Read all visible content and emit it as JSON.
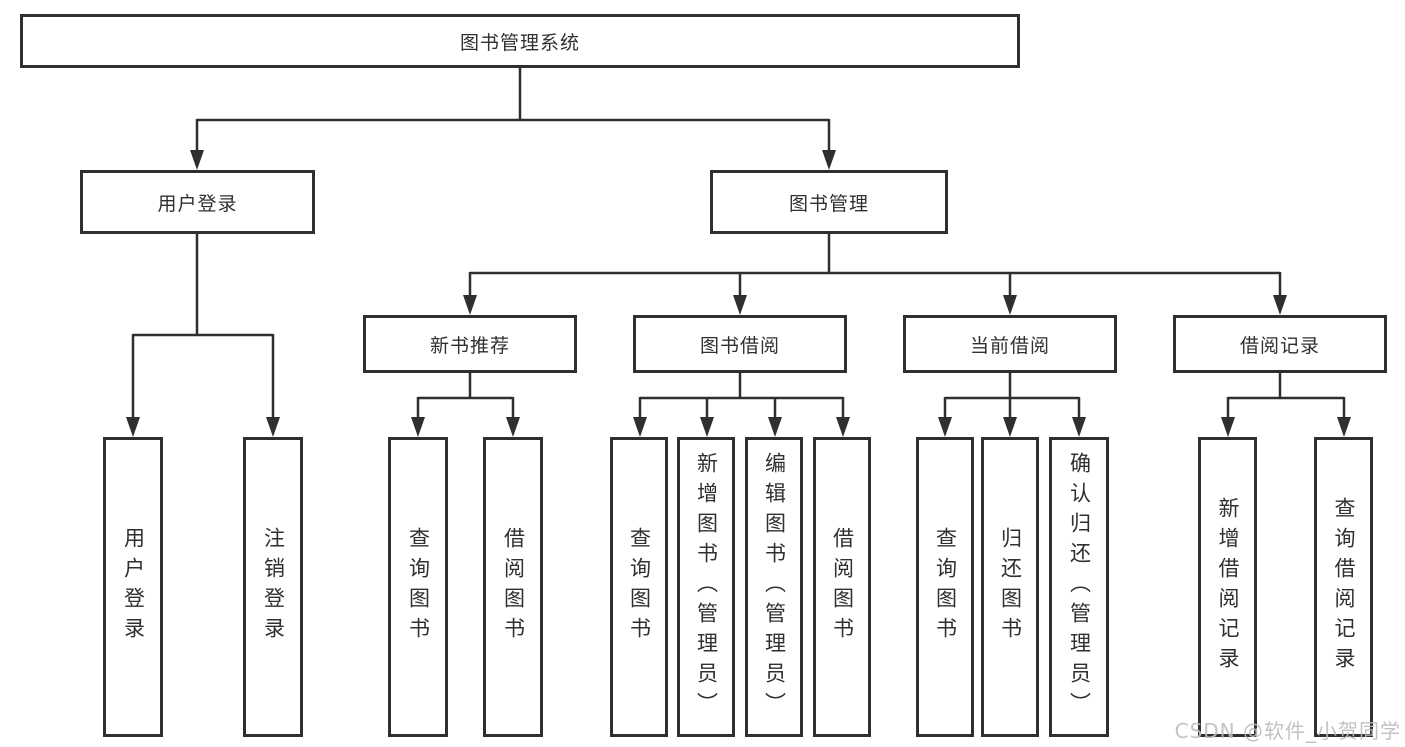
{
  "tree": {
    "root": "图书管理系统",
    "branches": [
      {
        "label": "用户登录",
        "leaves": [
          "用户登录",
          "注销登录"
        ]
      },
      {
        "label": "图书管理",
        "groups": [
          {
            "label": "新书推荐",
            "leaves": [
              "查询图书",
              "借阅图书"
            ]
          },
          {
            "label": "图书借阅",
            "leaves": [
              "查询图书",
              "新增图书（管理员）",
              "编辑图书（管理员）",
              "借阅图书"
            ]
          },
          {
            "label": "当前借阅",
            "leaves": [
              "查询图书",
              "归还图书",
              "确认归还（管理员）"
            ]
          },
          {
            "label": "借阅记录",
            "leaves": [
              "新增借阅记录",
              "查询借阅记录"
            ]
          }
        ]
      }
    ]
  },
  "watermark": {
    "text": "CSDN @软件_小贺同学"
  },
  "colors": {
    "line": "#2f2f2f",
    "text": "#303030",
    "bg": "#ffffff",
    "watermark": "#bdbdbd"
  }
}
